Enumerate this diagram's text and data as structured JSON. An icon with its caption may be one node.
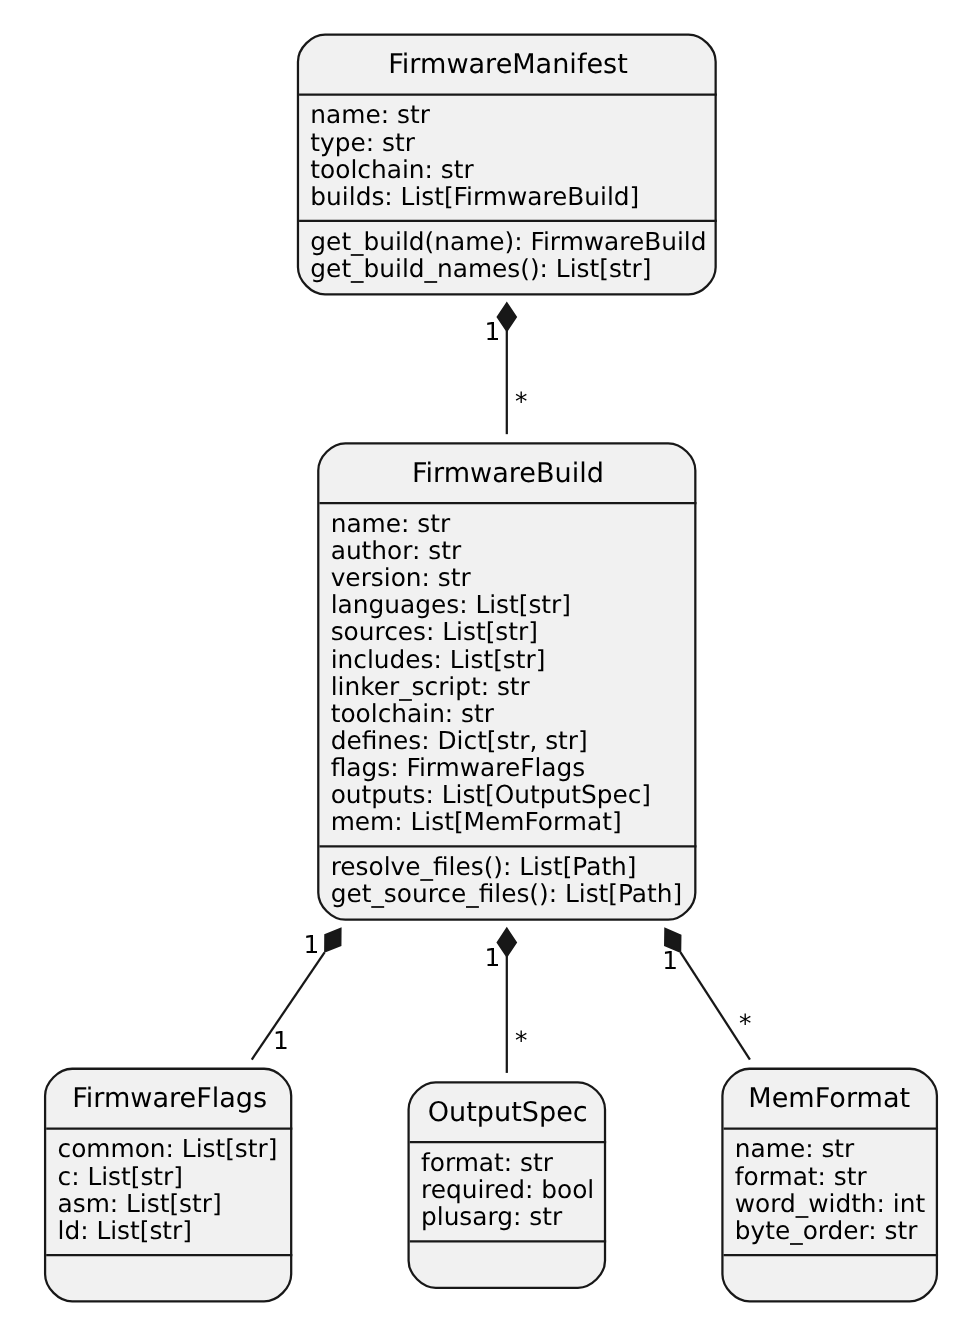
{
  "diagram": {
    "nodes": [
      {
        "text": [
          "FirmwareManifest",
          "name: str",
          "type: str",
          "toolchain: str",
          "builds: List[FirmwareBuild]",
          "get_build(name): FirmwareBuild",
          "get_build_names(): List[str]"
        ]
      },
      {
        "text": [
          "FirmwareBuild",
          "name: str",
          "author: str",
          "version: str",
          "languages: List[str]",
          "sources: List[str]",
          "includes: List[str]",
          "linker_script: str",
          "toolchain: str",
          "defines: Dict[str, str]",
          "flags: FirmwareFlags",
          "outputs: List[OutputSpec]",
          "mem: List[MemFormat]",
          "resolve_files(): List[Path]",
          "get_source_files(): List[Path]"
        ]
      },
      {
        "text": [
          "FirmwareFlags",
          "common: List[str]",
          "c: List[str]",
          "asm: List[str]",
          "ld: List[str]"
        ]
      },
      {
        "text": [
          "OutputSpec",
          "format: str",
          "required: bool",
          "plusarg: str"
        ]
      },
      {
        "text": [
          "MemFormat",
          "name: str",
          "format: str",
          "word_width: int",
          "byte_order: str"
        ]
      }
    ],
    "edges": [
      {
        "from": 0,
        "to": 1,
        "arrow": "other"
      },
      {
        "from": 1,
        "to": 2,
        "arrow": "other"
      },
      {
        "from": 1,
        "to": 3,
        "arrow": "other"
      },
      {
        "from": 1,
        "to": 4,
        "arrow": "other"
      }
    ],
    "labels": [
      "1",
      "*",
      "1",
      "1",
      "1",
      "*",
      "1",
      "*"
    ]
  }
}
